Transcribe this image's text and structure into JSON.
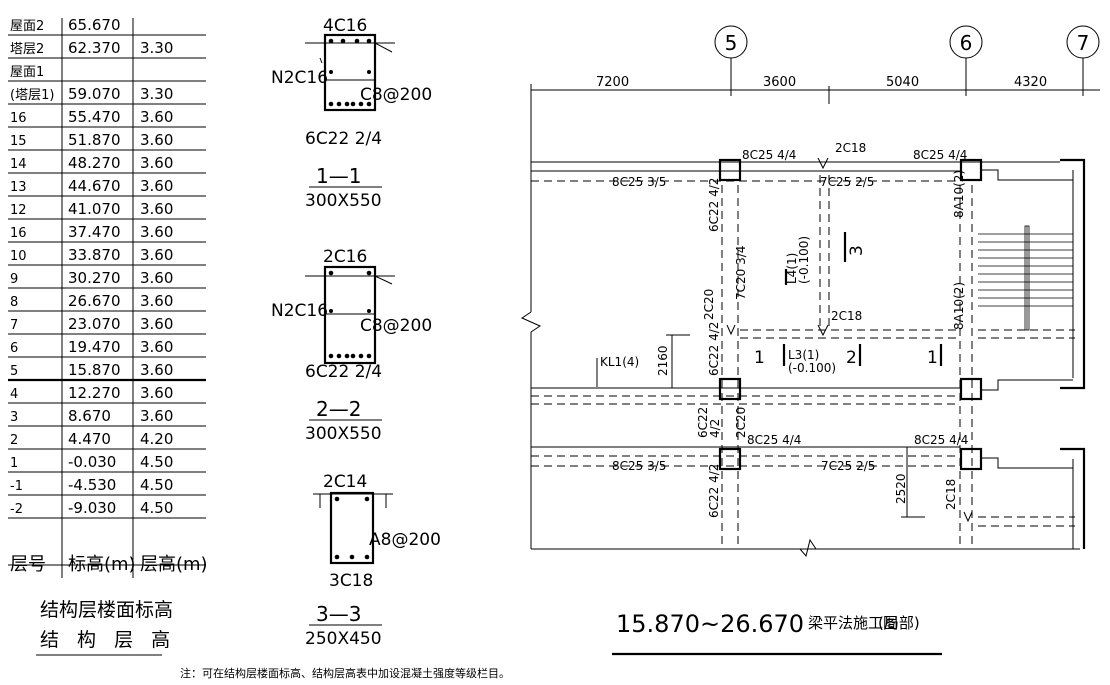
{
  "level_table": {
    "rows": [
      {
        "floor": "屋面2",
        "elev": "65.670",
        "height": ""
      },
      {
        "floor": "塔层2",
        "elev": "62.370",
        "height": "3.30"
      },
      {
        "floor": "屋面1",
        "elev": "",
        "height": ""
      },
      {
        "floor": "(塔层1)",
        "elev": "59.070",
        "height": "3.30"
      },
      {
        "floor": "16",
        "elev": "55.470",
        "height": "3.60"
      },
      {
        "floor": "15",
        "elev": "51.870",
        "height": "3.60"
      },
      {
        "floor": "14",
        "elev": "48.270",
        "height": "3.60"
      },
      {
        "floor": "13",
        "elev": "44.670",
        "height": "3.60"
      },
      {
        "floor": "12",
        "elev": "41.070",
        "height": "3.60"
      },
      {
        "floor": "16",
        "elev": "37.470",
        "height": "3.60"
      },
      {
        "floor": "10",
        "elev": "33.870",
        "height": "3.60"
      },
      {
        "floor": "9",
        "elev": "30.270",
        "height": "3.60"
      },
      {
        "floor": "8",
        "elev": "26.670",
        "height": "3.60"
      },
      {
        "floor": "7",
        "elev": "23.070",
        "height": "3.60"
      },
      {
        "floor": "6",
        "elev": "19.470",
        "height": "3.60"
      },
      {
        "floor": "5",
        "elev": "15.870",
        "height": "3.60"
      },
      {
        "floor": "4",
        "elev": "12.270",
        "height": "3.60"
      },
      {
        "floor": "3",
        "elev": "8.670",
        "height": "3.60"
      },
      {
        "floor": "2",
        "elev": "4.470",
        "height": "4.20"
      },
      {
        "floor": "1",
        "elev": "-0.030",
        "height": "4.50"
      },
      {
        "floor": "-1",
        "elev": "-4.530",
        "height": "4.50"
      },
      {
        "floor": "-2",
        "elev": "-9.030",
        "height": "4.50"
      }
    ],
    "header": {
      "floor": "层号",
      "elev": "标高(m)",
      "height": "层高(m)"
    },
    "caption_top": "结构层楼面标高",
    "caption_bottom": "结 构 层 高"
  },
  "note": "注：可在结构层楼面标高、结构层高表中加设混凝土强度等级栏目。",
  "sections": [
    {
      "top": "4C16",
      "side": "N2C16",
      "stirrup": "C8@200",
      "bottom": "6C22 2/4",
      "name": "1—1",
      "size": "300X550"
    },
    {
      "top": "2C16",
      "side": "N2C16",
      "stirrup": "C8@200",
      "bottom": "6C22 2/4",
      "name": "2—2",
      "size": "300X550"
    },
    {
      "top": "2C14",
      "side": "",
      "stirrup": "A8@200",
      "bottom": "3C18",
      "name": "3—3",
      "size": "250X450"
    }
  ],
  "plan": {
    "axes": [
      "5",
      "6",
      "7"
    ],
    "dims": [
      "7200",
      "3600",
      "5040",
      "4320"
    ],
    "labels": {
      "b1_left": "8C25 4/4",
      "b1_mid": "2C18",
      "b1_right": "8C25 4/4",
      "b1_bot_left": "8C25 3/5",
      "b1_bot_mid": "7C25 2/5",
      "col_vert1": "6C22 4/2",
      "col_vert2": "7C20 3/4",
      "l4": "L4(1)",
      "l4_elev": "(-0.100)",
      "sec3": "3",
      "a10_top": "8A10(2)",
      "a10_bot": "8A10(2)",
      "c20": "2C20",
      "c18_mid": "2C18",
      "col_vert3": "6C22 4/2",
      "kl1": "KL1(4)",
      "d2160": "2160",
      "sec1a": "1",
      "l3": "L3(1)",
      "l3_elev": "(-0.100)",
      "sec2": "2",
      "sec1b": "1",
      "col_vert4": "6C22 4/2",
      "b2_vert_a": "6C22",
      "b2_vert_b": "4/2",
      "c20b": "2C20",
      "b2_top_left": "8C25 4/4",
      "b2_top_right": "8C25 4/4",
      "b2_bot_left": "8C25 3/5",
      "b2_bot_mid": "7C25 2/5",
      "d2520": "2520",
      "c18_right": "2C18",
      "col_vert5": "6C22 4/2"
    },
    "title_num": "15.870~26.670",
    "title_text": "梁平法施工图",
    "title_suffix": "(局部)"
  }
}
